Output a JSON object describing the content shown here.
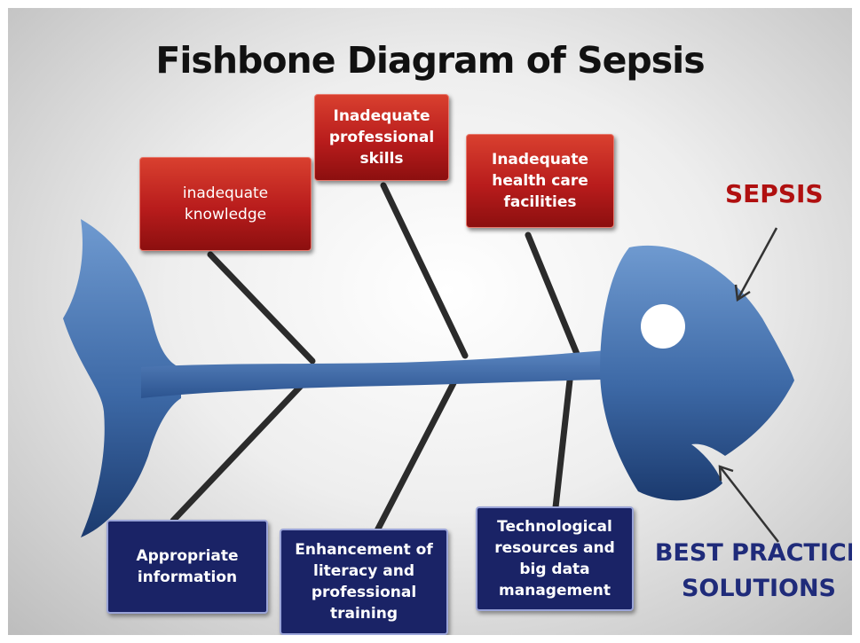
{
  "title": "Fishbone Diagram of Sepsis",
  "problem_label": "SEPSIS",
  "solutions_label_line1": "BEST PRACTICE",
  "solutions_label_line2": "SOLUTIONS",
  "causes": [
    {
      "text": "inadequate knowledge"
    },
    {
      "text": "Inadequate professional skills"
    },
    {
      "text": "Inadequate health care facilities"
    }
  ],
  "solutions": [
    {
      "text": "Appropriate information"
    },
    {
      "text": "Enhancement of literacy and professional training"
    },
    {
      "text": "Technological resources and big data management"
    }
  ],
  "colors": {
    "cause_box": "#b81c1c",
    "solution_box": "#1a2366",
    "fish_body": "#3c6aa8",
    "bones": "#2b2b2b",
    "problem_text": "#b01010",
    "solution_text": "#1f2b7a"
  }
}
